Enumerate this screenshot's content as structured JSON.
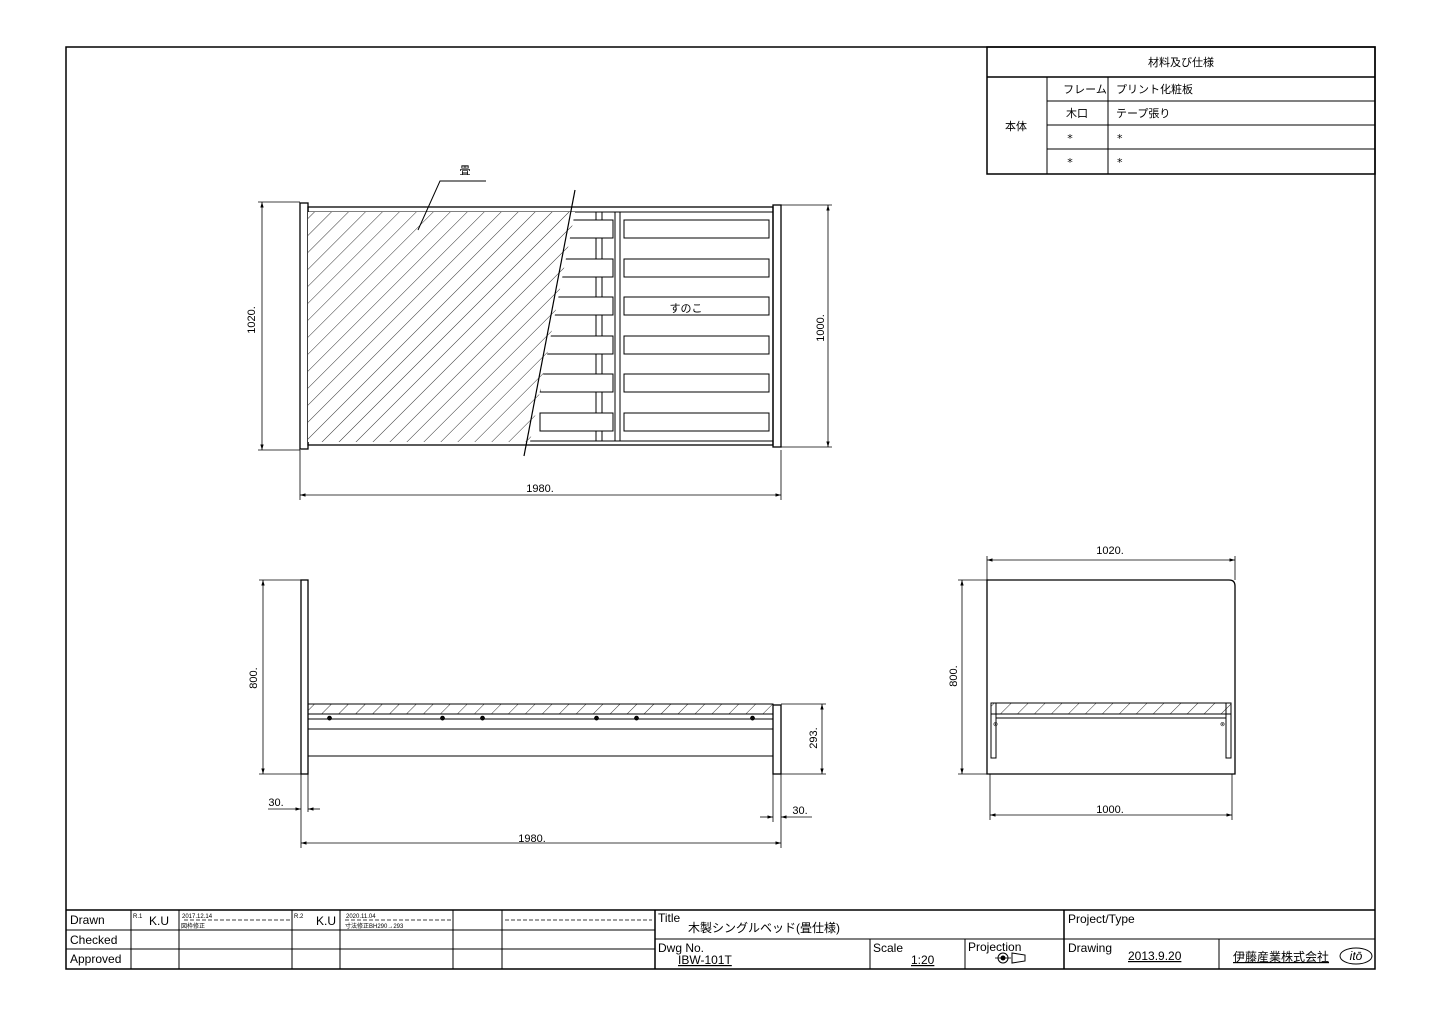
{
  "spec_table": {
    "title": "材料及び仕様",
    "group": "本体",
    "rows": [
      {
        "part": "フレーム",
        "material": "プリント化粧板"
      },
      {
        "part": "木口",
        "material": "テープ張り"
      },
      {
        "part": "*",
        "material": "*"
      },
      {
        "part": "*",
        "material": "*"
      }
    ]
  },
  "plan_view": {
    "label_tatami": "畳",
    "label_sunoko": "すのこ",
    "dim_length": "1980.",
    "dim_width_head": "1020.",
    "dim_width_foot": "1000."
  },
  "side_view": {
    "dim_height": "800.",
    "dim_frame_height": "293.",
    "dim_post_left": "30.",
    "dim_post_right": "30.",
    "dim_length": "1980."
  },
  "end_view": {
    "dim_top_width": "1020.",
    "dim_bottom_width": "1000.",
    "dim_height": "800."
  },
  "title_block": {
    "drawn_label": "Drawn",
    "checked_label": "Checked",
    "approved_label": "Approved",
    "rev1_mark": "R.1",
    "rev1_initials": "K.U",
    "rev1_date": "2017.12.14",
    "rev1_note": "図枠修正",
    "rev2_mark": "R.2",
    "rev2_initials": "K.U",
    "rev2_date": "2020.11.04",
    "rev2_note": "寸法修正BH290→293",
    "title_label": "Title",
    "title_value": "木製シングルベッド(畳仕様)",
    "dwg_label": "Dwg No.",
    "dwg_value": "IBW-101T",
    "scale_label": "Scale",
    "scale_value": "1:20",
    "projection_label": "Projection",
    "project_label": "Project/Type",
    "drawing_label": "Drawing",
    "drawing_date": "2013.9.20",
    "company": "伊藤産業株式会社",
    "logo_text": "itō"
  }
}
